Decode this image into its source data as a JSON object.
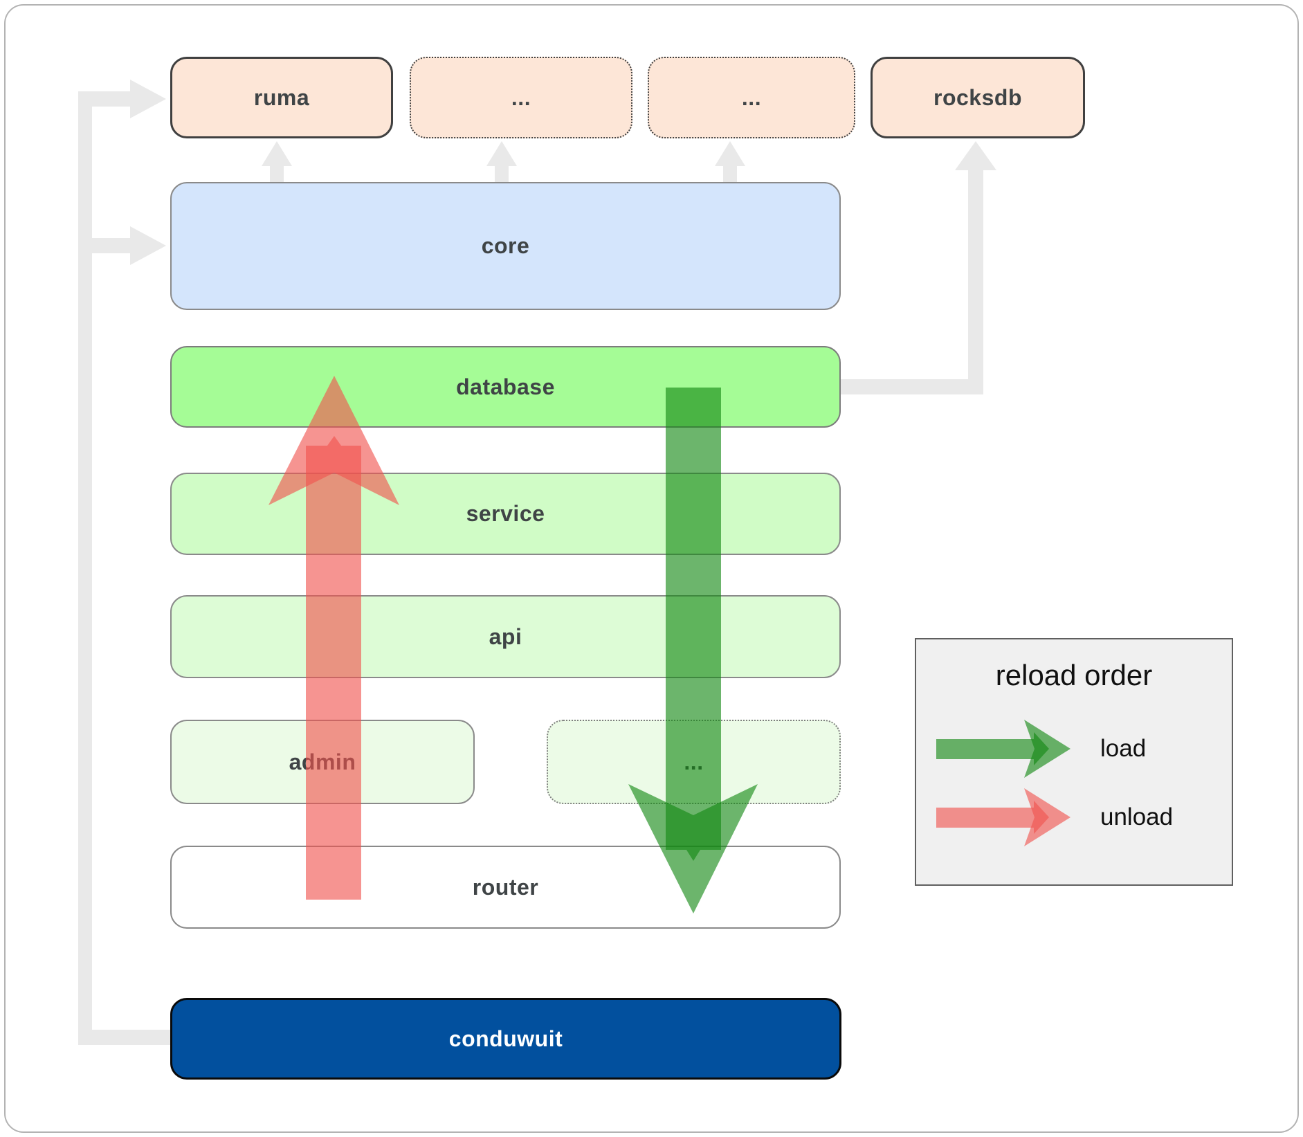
{
  "boxes": {
    "ruma": "ruma",
    "dots1": "...",
    "dots2": "...",
    "rocksdb": "rocksdb",
    "core": "core",
    "database": "database",
    "service": "service",
    "api": "api",
    "admin": "admin",
    "dots3": "...",
    "router": "router",
    "conduwuit": "conduwuit"
  },
  "legend": {
    "title": "reload order",
    "load_label": "load",
    "unload_label": "unload"
  },
  "colors": {
    "peach": "#fde6d7",
    "core_blue": "#d4e5fc",
    "db_green": "#a5fc96",
    "service_green": "#d0fcc6",
    "api_green": "#ddfcd6",
    "admin_green": "#ecfbe7",
    "conduwuit_blue": "#02509e",
    "text_dark": "#3f4446",
    "border_dark": "#404040",
    "border_gray": "#8a8a8a",
    "connector_gray": "#e9e9e9",
    "arrow_red": "#f1524e",
    "arrow_green": "#128812",
    "legend_bg": "#f0f0f0",
    "legend_border": "#5f5f5f",
    "frame_border": "#b3b3b3"
  }
}
